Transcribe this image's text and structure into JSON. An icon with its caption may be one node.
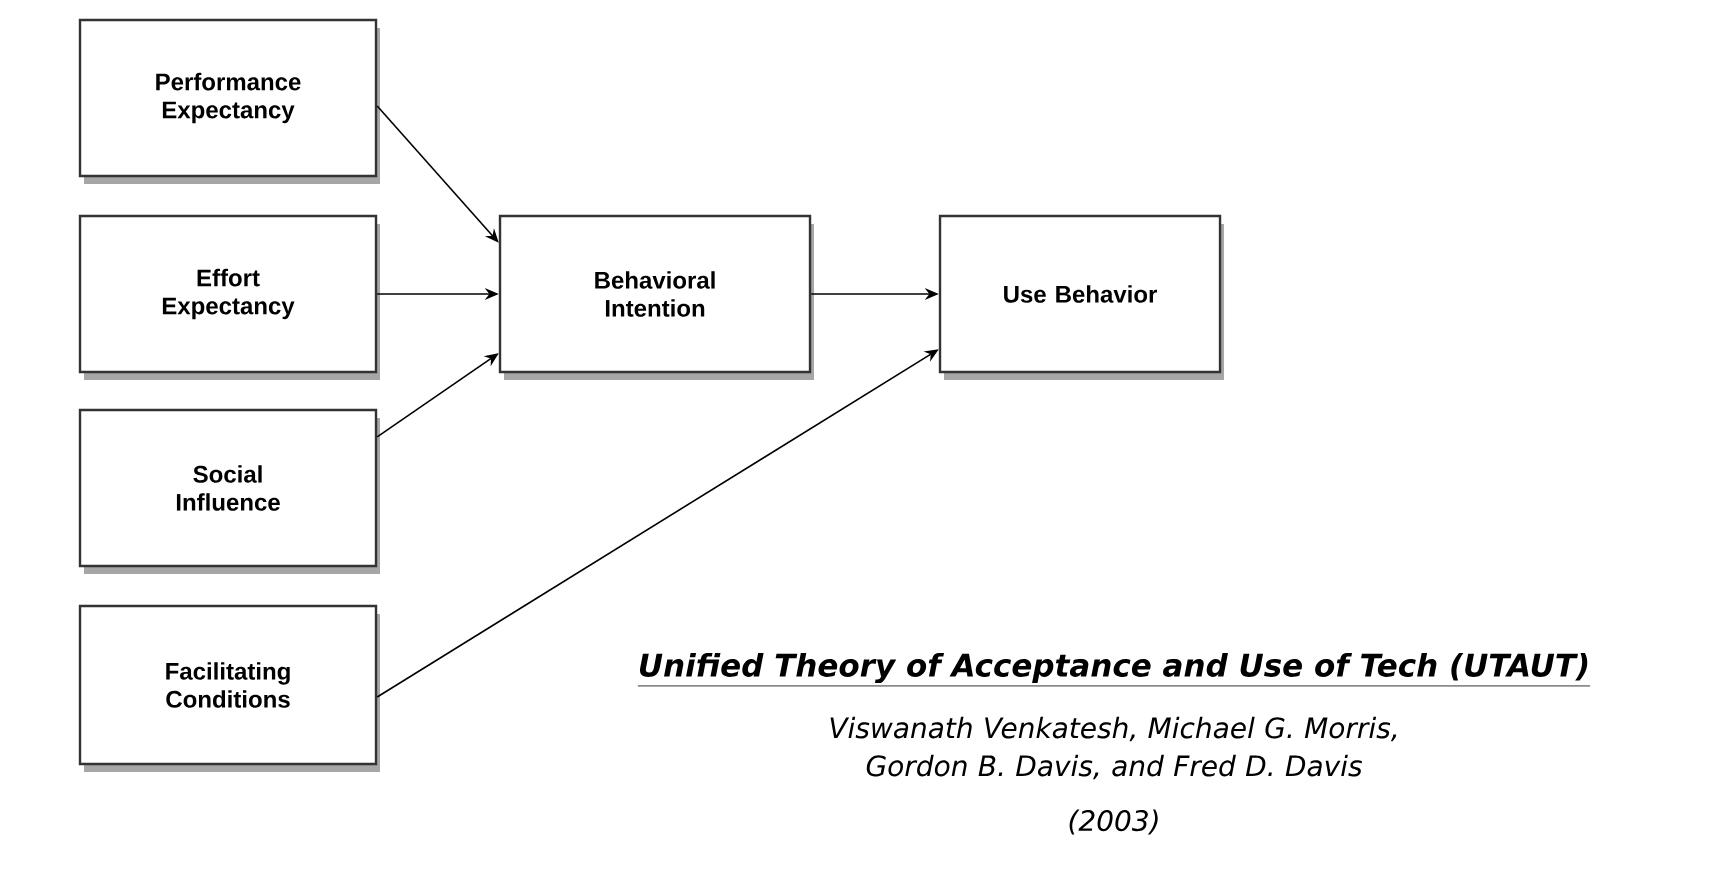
{
  "diagram": {
    "title": "Unified Theory of Acceptance and Use of Tech (UTAUT)",
    "nodes": [
      {
        "text": [
          "Performance Expectancy"
        ]
      },
      {
        "text": [
          "Effort Expectancy"
        ]
      },
      {
        "text": [
          "Social Influence"
        ]
      },
      {
        "text": [
          "Facilitating Conditions"
        ]
      },
      {
        "text": [
          "Behavioral Intention"
        ]
      },
      {
        "text": [
          "Use Behavior"
        ]
      }
    ],
    "edges": [
      {
        "from": 0,
        "to": 4,
        "arrow": "to"
      },
      {
        "from": 1,
        "to": 4,
        "arrow": "to"
      },
      {
        "from": 2,
        "to": 4,
        "arrow": "to"
      },
      {
        "from": 4,
        "to": 5,
        "arrow": "to"
      },
      {
        "from": 3,
        "to": 5,
        "arrow": "to"
      }
    ],
    "labels": [
      "Viswanath Venkatesh, Michael G. Morris, Gordon B. Davis, and Fred D. Davis",
      "(2003)"
    ]
  }
}
